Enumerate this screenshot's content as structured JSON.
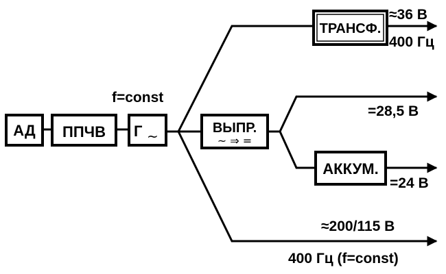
{
  "blocks": {
    "ad": "АД",
    "ppchv": "ППЧВ",
    "generator": "Г",
    "generator_symbol": "~",
    "rectifier": "ВЫПР.",
    "rectifier_symbol": "~ ⇒ =",
    "transformer": "ТРАНСФ.",
    "battery": "АККУМ."
  },
  "annotations": {
    "freq_const": "f=const",
    "out_transformer_voltage": "≈36 В",
    "out_transformer_freq": "400 Гц",
    "out_rectifier": "=28,5 В",
    "out_battery": "=24 В",
    "out_main_voltage": "≈200/115 В",
    "out_main_freq": "400 Гц (f=const)"
  },
  "colors": {
    "stroke": "#000000",
    "background": "#ffffff"
  }
}
